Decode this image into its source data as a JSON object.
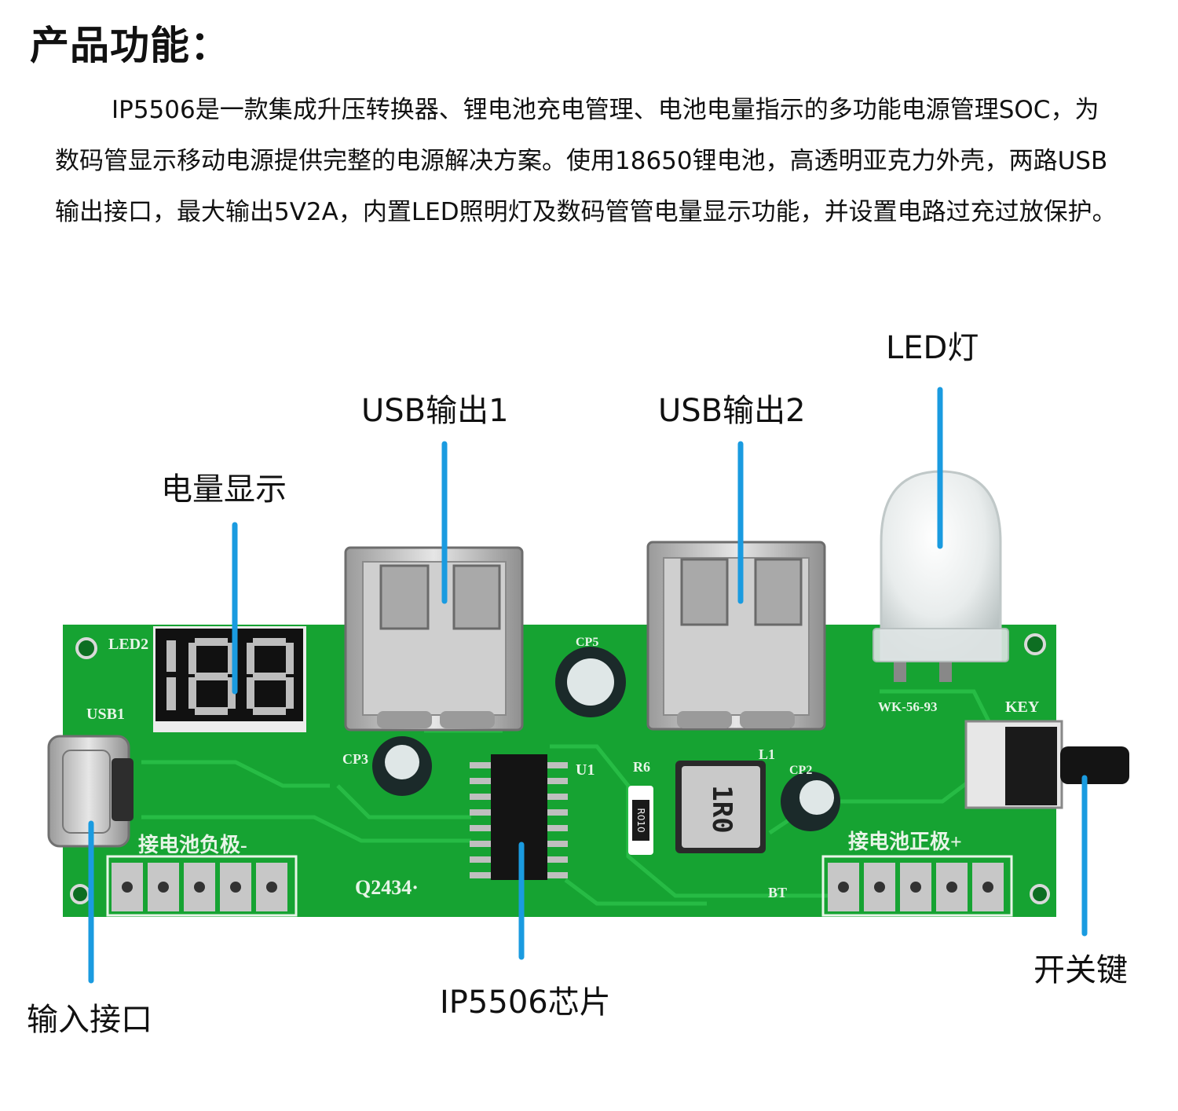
{
  "heading": "产品功能：",
  "description": "IP5506是一款集成升压转换器、锂电池充电管理、电池电量指示的多功能电源管理SOC，为数码管显示移动电源提供完整的电源解决方案。使用18650锂电池，高透明亚克力外壳，两路USB输出接口，最大输出5V2A，内置LED照明灯及数码管管电量显示功能，并设置电路过充过放保护。",
  "callouts": {
    "led_light": "LED灯",
    "usb_out_1": "USB输出1",
    "usb_out_2": "USB输出2",
    "battery_display": "电量显示",
    "switch_key": "开关键",
    "chip": "IP5506芯片",
    "input_port": "输入接口"
  },
  "board_silkscreen": {
    "led2": "LED2",
    "usb1": "USB1",
    "cp5": "CP5",
    "cp3": "CP3",
    "u1": "U1",
    "r6": "R6",
    "l1": "L1",
    "cp2": "CP2",
    "key": "KEY",
    "led_model": "WK-56-93",
    "inductor": "1R0",
    "resistor": "R010",
    "batch": "Q2434·",
    "bt": "BT",
    "battery_negative": "接电池负极-",
    "battery_positive": "接电池正极+"
  },
  "display_digits": "188",
  "colors": {
    "pcb_green": "#16a332",
    "pointer_blue": "#1a9be0",
    "display_red": "#d42222"
  }
}
